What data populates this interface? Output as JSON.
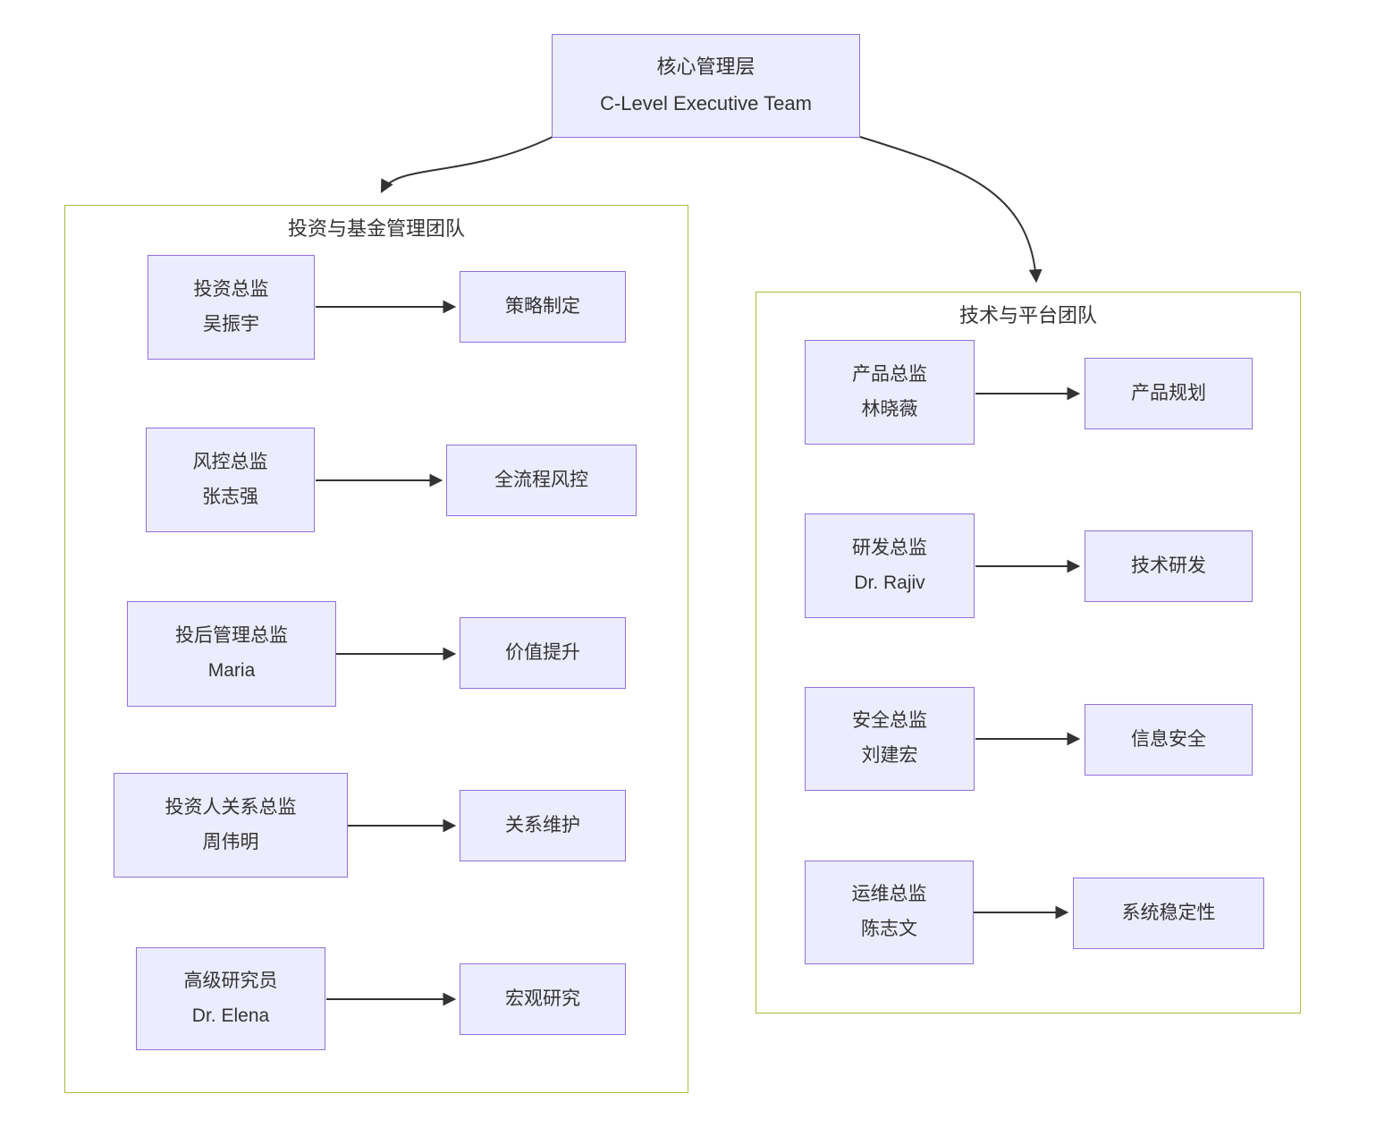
{
  "diagram": {
    "type": "org-flowchart",
    "root": {
      "line1": "核心管理层",
      "line2": "C-Level Executive Team"
    },
    "groups": [
      {
        "title": "投资与基金管理团队",
        "pairs": [
          {
            "role": "投资总监",
            "person": "吴振宇",
            "task": "策略制定"
          },
          {
            "role": "风控总监",
            "person": "张志强",
            "task": "全流程风控"
          },
          {
            "role": "投后管理总监",
            "person": "Maria",
            "task": "价值提升"
          },
          {
            "role": "投资人关系总监",
            "person": "周伟明",
            "task": "关系维护"
          },
          {
            "role": "高级研究员",
            "person": "Dr. Elena",
            "task": "宏观研究"
          }
        ]
      },
      {
        "title": "技术与平台团队",
        "pairs": [
          {
            "role": "产品总监",
            "person": "林晓薇",
            "task": "产品规划"
          },
          {
            "role": "研发总监",
            "person": "Dr. Rajiv",
            "task": "技术研发"
          },
          {
            "role": "安全总监",
            "person": "刘建宏",
            "task": "信息安全"
          },
          {
            "role": "运维总监",
            "person": "陈志文",
            "task": "系统稳定性"
          }
        ]
      }
    ],
    "colors": {
      "node_fill": "#ECECFF",
      "node_border": "#9370DB",
      "group_border": "#AFB93F",
      "edge": "#333333",
      "text": "#333333"
    }
  }
}
